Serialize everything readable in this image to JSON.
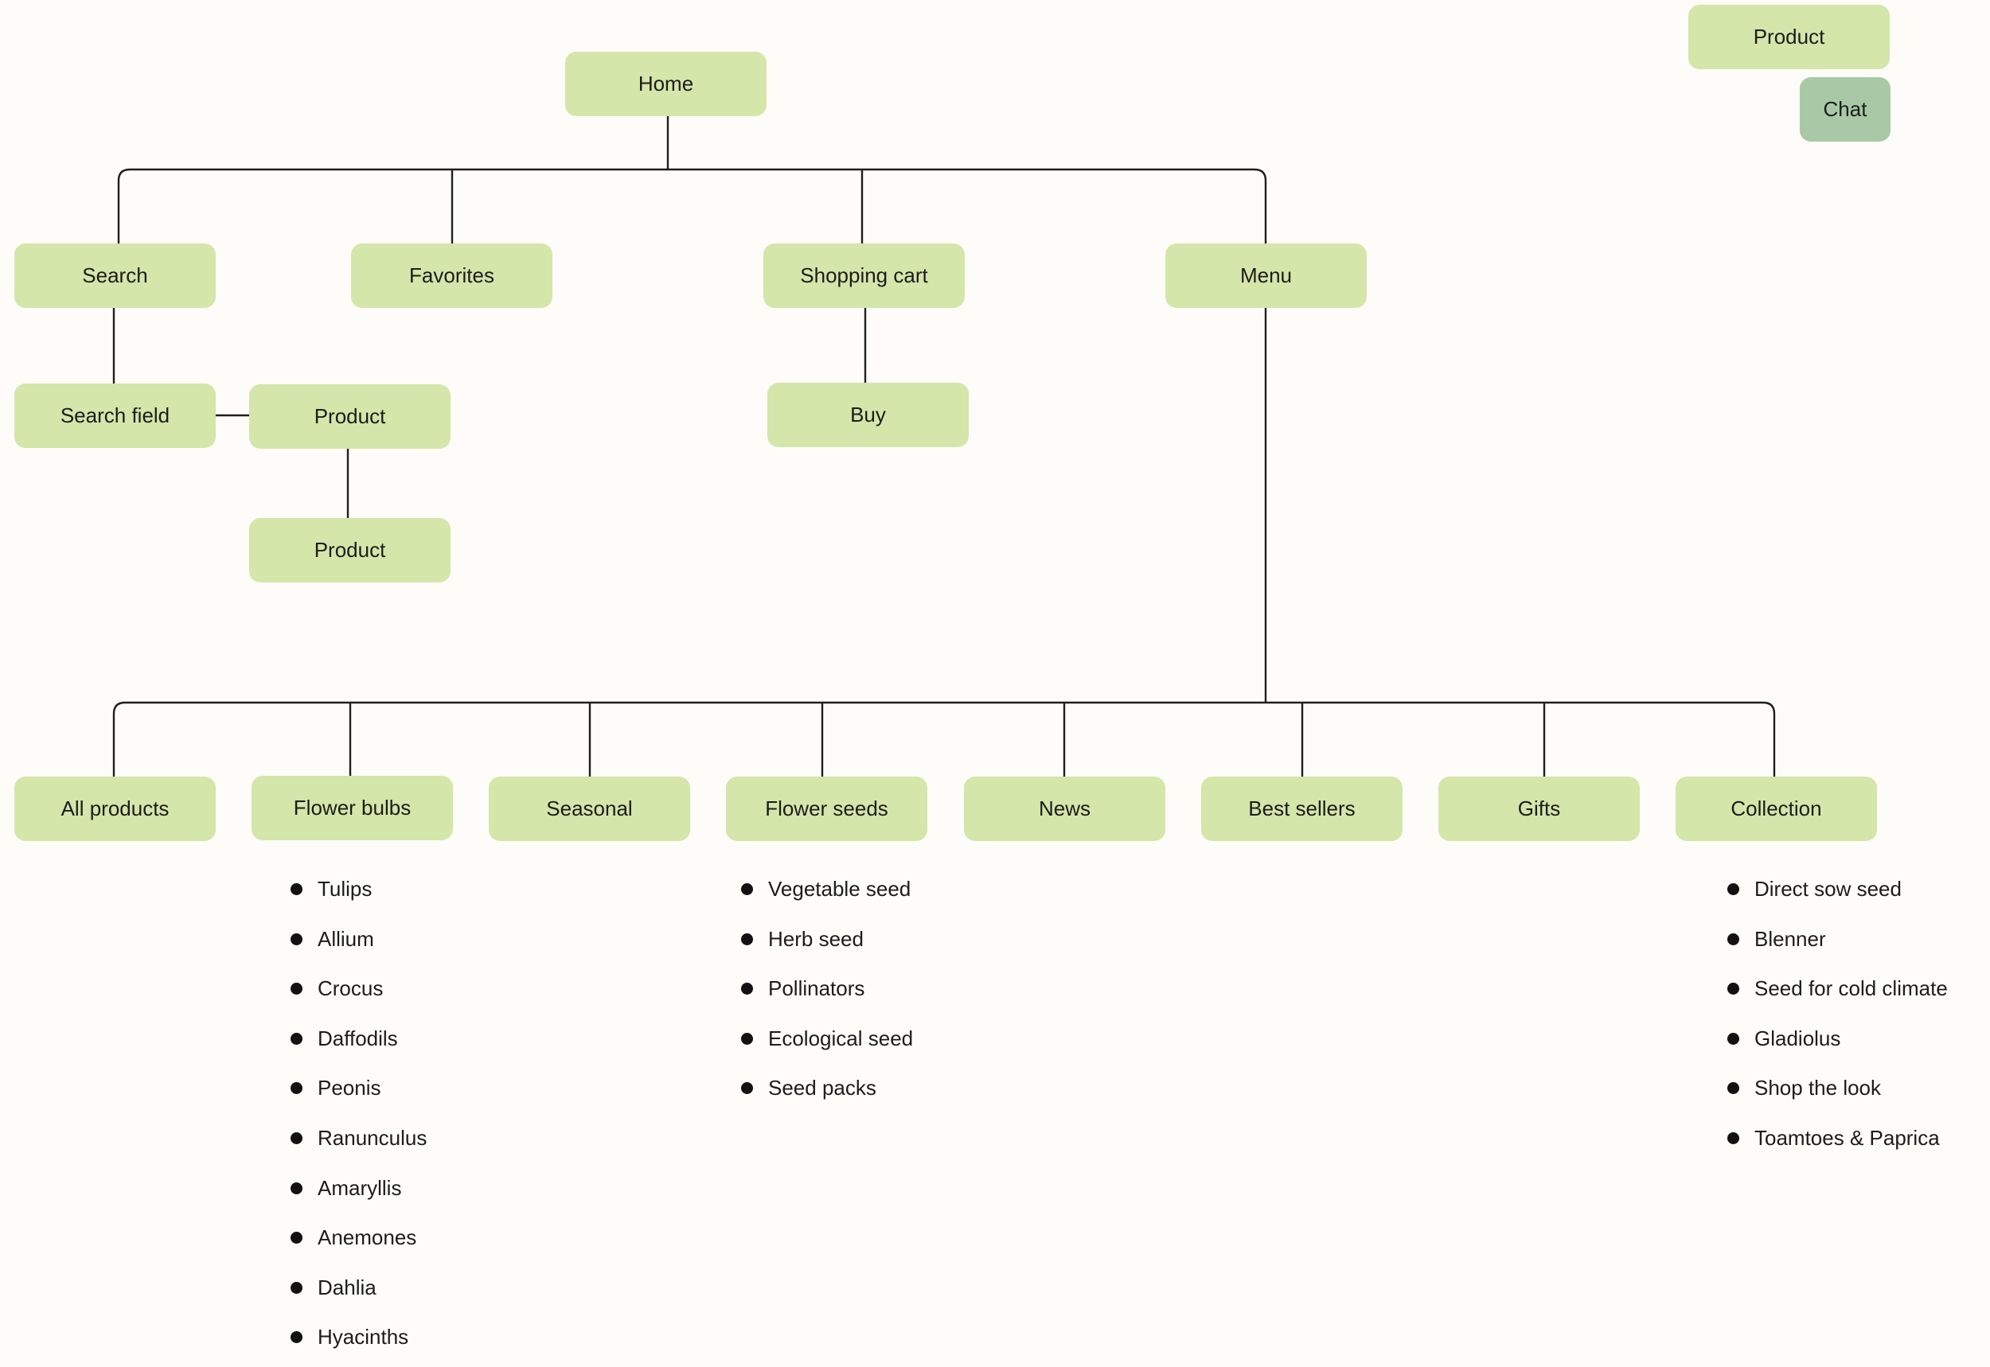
{
  "colors": {
    "background": "#fdfcf8",
    "node_fill": "#d4e6a9",
    "node_fill_alt": "#a9c9a6",
    "connector": "#1f1f1f",
    "text": "#1c1c1c"
  },
  "legend": {
    "product": "Product",
    "chat": "Chat"
  },
  "nodes": {
    "home": "Home",
    "search": "Search",
    "favorites": "Favorites",
    "shopping_cart": "Shopping cart",
    "menu": "Menu",
    "search_field": "Search field",
    "search_product": "Product",
    "search_product_detail": "Product",
    "buy": "Buy",
    "all_products": "All products",
    "flower_bulbs": "Flower bulbs",
    "seasonal": "Seasonal",
    "flower_seeds": "Flower seeds",
    "news": "News",
    "best_sellers": "Best sellers",
    "gifts": "Gifts",
    "collection": "Collection"
  },
  "lists": {
    "flower_bulbs": [
      "Tulips",
      "Allium",
      "Crocus",
      "Daffodils",
      "Peonis",
      "Ranunculus",
      "Amaryllis",
      "Anemones",
      "Dahlia",
      "Hyacinths"
    ],
    "flower_seeds": [
      "Vegetable seed",
      "Herb seed",
      "Pollinators",
      "Ecological seed",
      "Seed packs"
    ],
    "collection": [
      "Direct sow seed",
      "Blenner",
      "Seed for cold climate",
      "Gladiolus",
      "Shop the look",
      "Toamtoes & Paprica"
    ]
  }
}
